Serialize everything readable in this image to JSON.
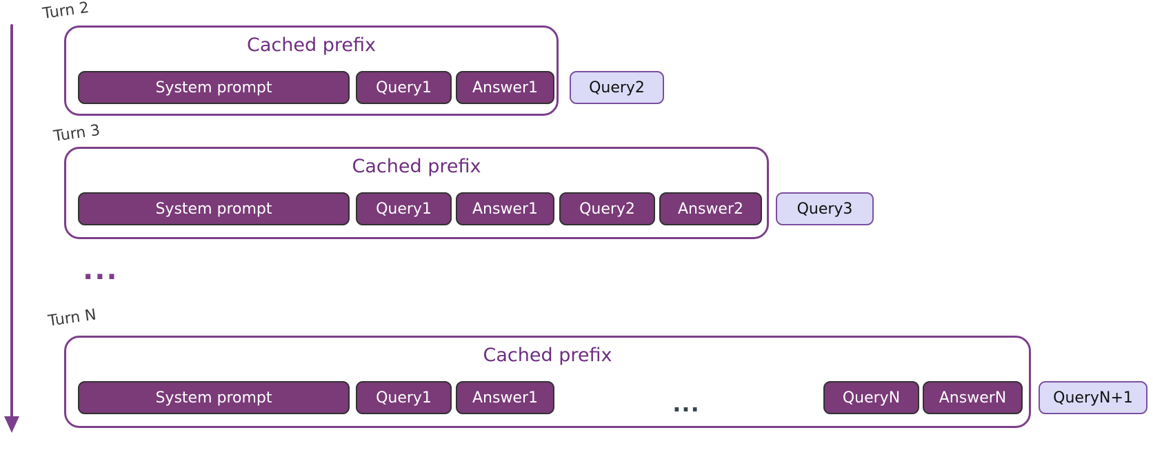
{
  "rows": [
    {
      "turn_label": "Turn 2",
      "prefix_title": "Cached prefix",
      "tokens": [
        "System prompt",
        "Query1",
        "Answer1"
      ],
      "new_query": "Query2"
    },
    {
      "turn_label": "Turn 3",
      "prefix_title": "Cached prefix",
      "tokens": [
        "System prompt",
        "Query1",
        "Answer1",
        "Query2",
        "Answer2"
      ],
      "new_query": "Query3"
    },
    {
      "turn_label": "Turn N",
      "prefix_title": "Cached prefix",
      "tokens": [
        "System prompt",
        "Query1",
        "Answer1",
        "QueryN",
        "AnswerN"
      ],
      "inner_ellipsis": "...",
      "new_query": "QueryN+1"
    }
  ],
  "ellipsis_between_rows": "...",
  "icons": {
    "timeline_arrow": "down-arrow-icon"
  },
  "colors": {
    "box_border": "#7C3F8B",
    "title_text": "#6E2E80",
    "dark_pill_fill": "#7A3B78",
    "dark_pill_border": "#323232",
    "dark_pill_text": "#FFFFFF",
    "light_pill_fill": "#DBDBF7",
    "light_pill_border": "#7B4FA0",
    "light_pill_text": "#111111",
    "turn_label_text": "#3B3B3B",
    "inner_ellipsis": "#37454D",
    "arrow_color": "#7C3F8B"
  }
}
